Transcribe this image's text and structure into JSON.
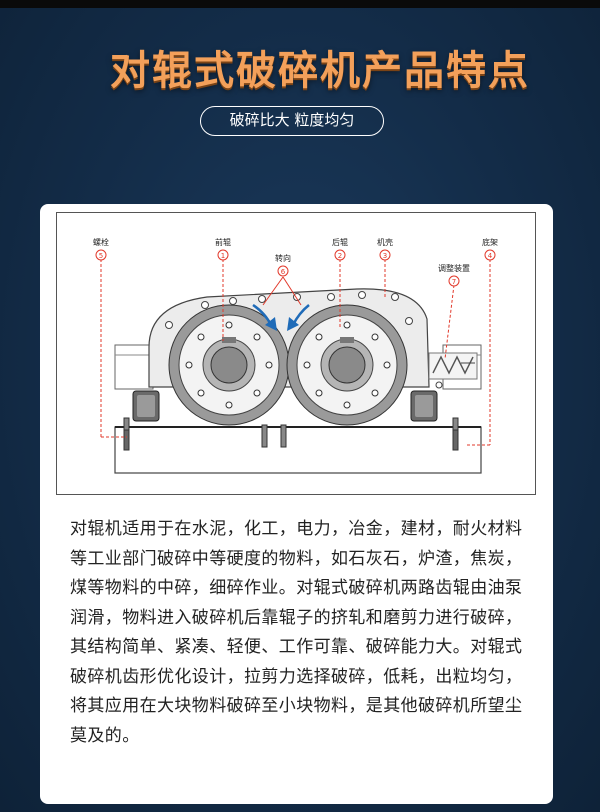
{
  "header": {
    "title": "对辊式破碎机产品特点",
    "subtitle": "破碎比大 粒度均匀"
  },
  "diagram": {
    "labels": {
      "bolt": "螺栓",
      "front_roll": "前辊",
      "rotation": "转向",
      "rear_roll": "后辊",
      "housing": "机壳",
      "adjust": "调整装置",
      "base": "底架"
    },
    "numbers": {
      "bolt": "5",
      "front_roll": "1",
      "rotation": "6",
      "rear_roll": "2",
      "housing": "3",
      "adjust": "7",
      "base": "4"
    },
    "colors": {
      "callout": "#e2392b",
      "arrow": "#1f6bb8"
    }
  },
  "description": "对辊机适用于在水泥，化工，电力，冶金，建材，耐火材料等工业部门破碎中等硬度的物料，如石灰石，炉渣，焦炭，煤等物料的中碎，细碎作业。对辊式破碎机两路齿辊由油泵润滑，物料进入破碎机后靠辊子的挤轧和磨剪力进行破碎，其结构简单、紧凑、轻便、工作可靠、破碎能力大。对辊式破碎机齿形优化设计，拉剪力选择破碎，低耗，出粒均匀，将其应用在大块物料破碎至小块物料，是其他破碎机所望尘莫及的。"
}
